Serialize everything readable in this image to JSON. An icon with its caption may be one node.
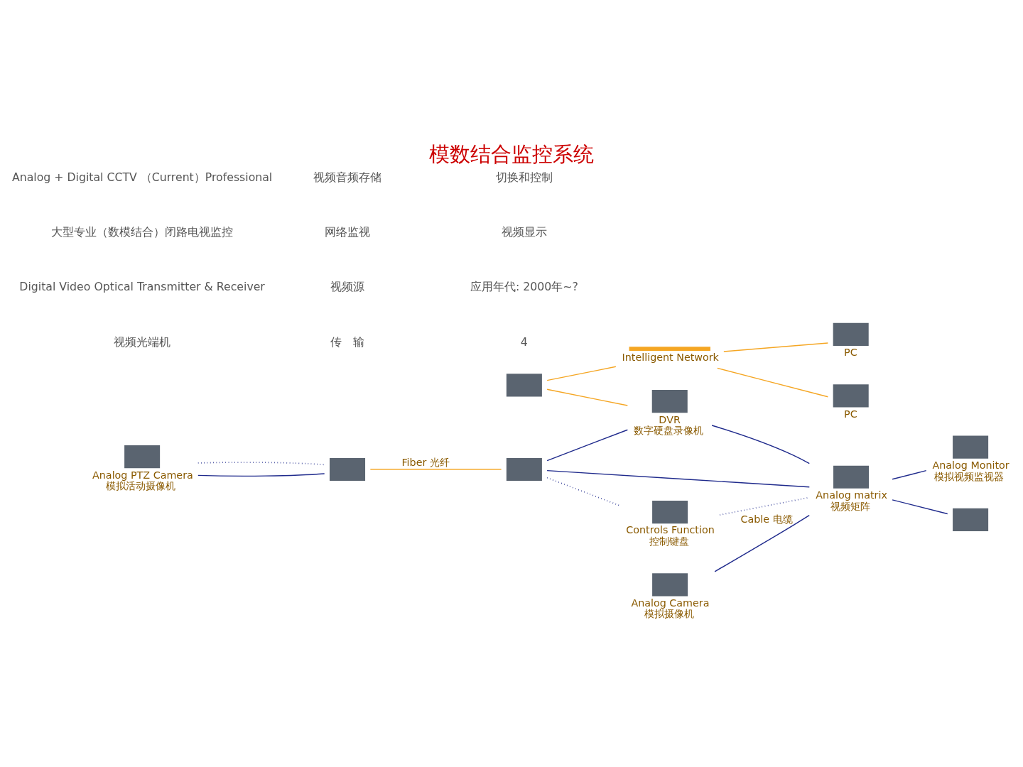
{
  "diagram": {
    "title": "模数结合监控系统",
    "nodes": [
      {
        "text": [],
        "shape": "box"
      },
      {
        "text": [],
        "shape": "bar",
        "beside": [
          "Intelligent Network"
        ]
      },
      {
        "text": [],
        "shape": "box",
        "beside": [
          "PC"
        ]
      },
      {
        "text": [],
        "shape": "box",
        "beside": [
          "PC"
        ]
      },
      {
        "text": [],
        "shape": "box",
        "beside": [
          "DVR",
          "数字硬盘录像机"
        ]
      },
      {
        "text": [],
        "shape": "box",
        "beside": [
          "Analog PTZ Camera",
          "模拟活动摄像机"
        ]
      },
      {
        "text": [],
        "shape": "box"
      },
      {
        "text": [],
        "shape": "box"
      },
      {
        "text": [],
        "shape": "box",
        "beside": [
          "Analog matrix",
          "视频矩阵"
        ]
      },
      {
        "text": [],
        "shape": "box",
        "beside": [
          "Analog Camera",
          "模拟摄像机"
        ]
      },
      {
        "text": [],
        "shape": "box",
        "beside": [
          "Controls Function",
          "控制键盘"
        ]
      },
      {
        "text": [],
        "shape": "box",
        "beside": [
          "Analog Monitor",
          "模拟视频监视器"
        ]
      },
      {
        "text": [],
        "shape": "box"
      }
    ],
    "edges": [
      {
        "from": 0,
        "to": 1,
        "arrow": "none",
        "color": "#f5a623"
      },
      {
        "from": 1,
        "to": 2,
        "arrow": "none",
        "color": "#f5a623"
      },
      {
        "from": 1,
        "to": 3,
        "arrow": "none",
        "color": "#f5a623"
      },
      {
        "from": 0,
        "to": 4,
        "arrow": "none",
        "color": "#f5a623"
      },
      {
        "from": 5,
        "to": 6,
        "arrow": "none"
      },
      {
        "from": 6,
        "to": 7,
        "arrow": "none",
        "label": "Fiber 光纤",
        "color": "#f5a623"
      },
      {
        "from": 7,
        "to": 4,
        "arrow": "none"
      },
      {
        "from": 4,
        "to": 8,
        "arrow": "none"
      },
      {
        "from": 7,
        "to": 8,
        "arrow": "none"
      },
      {
        "from": 9,
        "to": 8,
        "arrow": "none",
        "label": "Cable 电缆"
      },
      {
        "from": 8,
        "to": 11,
        "arrow": "none"
      },
      {
        "from": 8,
        "to": 12,
        "arrow": "none"
      },
      {
        "from": 5,
        "to": 6,
        "arrow": "none",
        "style": "dashed"
      },
      {
        "from": 7,
        "to": 10,
        "arrow": "none",
        "style": "dashed"
      },
      {
        "from": 10,
        "to": 8,
        "arrow": "none",
        "style": "dashed"
      }
    ],
    "labels": [
      "Analog + Digital CCTV （Current）Professional",
      "大型专业（数模结合）闭路电视监控",
      "Digital Video Optical Transmitter & Receiver",
      "视频光端机",
      "视频音频存储",
      "网络监视",
      "视频源",
      "传　输",
      "切换和控制",
      "视频显示",
      "应用年代: 2000年~?",
      "4"
    ]
  }
}
